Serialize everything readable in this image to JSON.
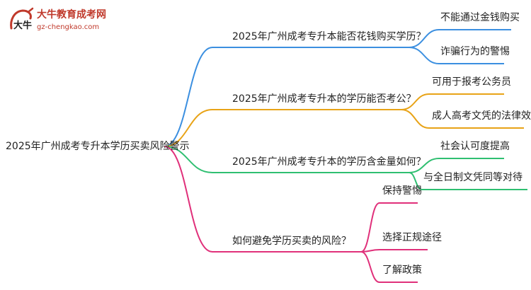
{
  "logo": {
    "title": "大牛教育成考网",
    "url": "gz-chengkao.com",
    "mark_text": "大牛"
  },
  "colors": {
    "blue": "#3b8fe0",
    "orange": "#e8a317",
    "green": "#2fbf71",
    "magenta": "#e0307a"
  },
  "mindmap": {
    "root": "2025年广州成考专升本学历买卖风险警示",
    "branches": [
      {
        "label": "2025年广州成考专升本能否花钱购买学历？",
        "color": "blue",
        "leaves": [
          "不能通过金钱购买",
          "诈骗行为的警惕"
        ]
      },
      {
        "label": "2025年广州成考专升本的学历能否考公？",
        "color": "orange",
        "leaves": [
          "可用于报考公务员",
          "成人高考文凭的法律效力"
        ]
      },
      {
        "label": "2025年广州成考专升本的学历含金量如何？",
        "color": "green",
        "leaves": [
          "社会认可度提高",
          "与全日制文凭同等对待"
        ]
      },
      {
        "label": "如何避免学历买卖的风险？",
        "color": "magenta",
        "leaves": [
          "保持警惕",
          "选择正规途径",
          "了解政策"
        ]
      }
    ]
  }
}
